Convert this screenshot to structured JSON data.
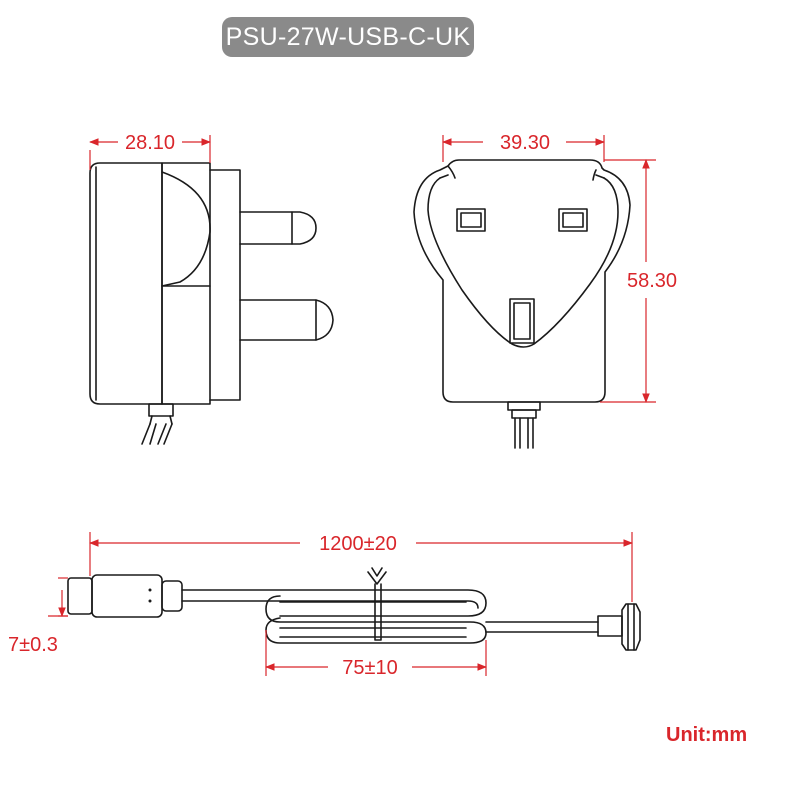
{
  "title": "PSU-27W-USB-C-UK",
  "unit_label": "Unit:mm",
  "dimensions": {
    "side_depth": "28.10",
    "front_width": "39.30",
    "front_height": "58.30",
    "cable_length": "1200±20",
    "plug_thickness": "7±0.3",
    "coil_length": "75±10"
  },
  "colors": {
    "dimension": "#d9262b",
    "outline": "#1a1a1a",
    "title_background": "#8a8a8a",
    "title_text": "#ffffff"
  }
}
